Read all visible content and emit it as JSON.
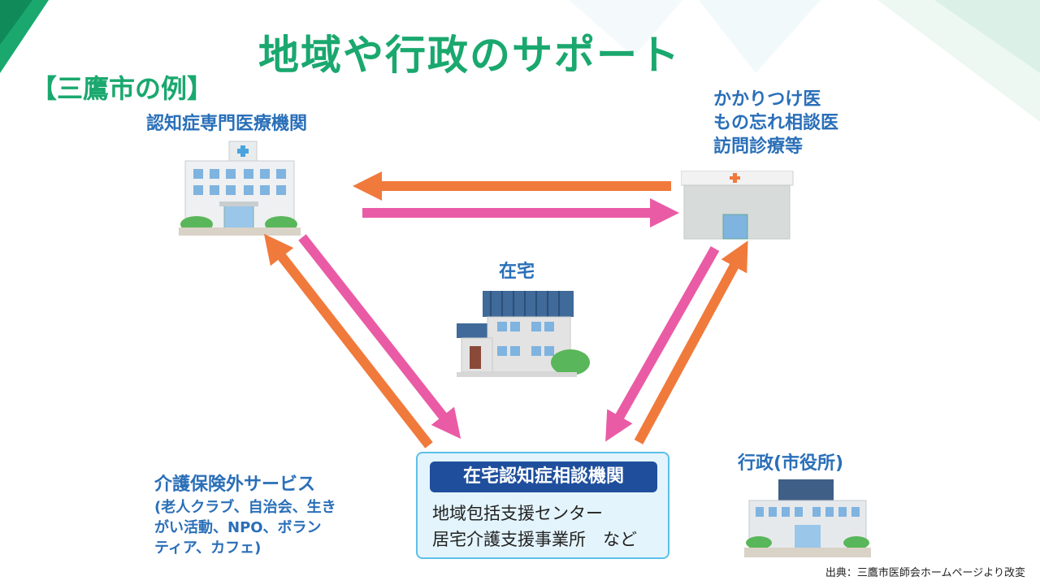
{
  "title": "地域や行政のサポート",
  "subtitle": "【三鷹市の例】",
  "nodes": {
    "hospital": {
      "label": "認知症専門医療機関"
    },
    "clinic": {
      "lines": [
        "かかりつけ医",
        "もの忘れ相談医",
        "訪問診療等"
      ]
    },
    "home": {
      "label": "在宅"
    },
    "center": {
      "heading": "在宅認知症相談機関",
      "lines": [
        "地域包括支援センター",
        "居宅介護支援事業所　など"
      ]
    },
    "city_hall": {
      "label": "行政(市役所)"
    },
    "services": {
      "heading": "介護保険外サービス",
      "lines": [
        "(老人クラブ、自治会、生き",
        "がい活動、NPO、ボラン",
        "ティア、カフェ)"
      ]
    }
  },
  "source": "出典：三鷹市医師会ホームページより改変",
  "colors": {
    "title": "#1aa86e",
    "label": "#2a6fb8",
    "arrow_orange": "#f07a3c",
    "arrow_pink": "#ea5ba6",
    "center_head": "#1f4f9c"
  }
}
